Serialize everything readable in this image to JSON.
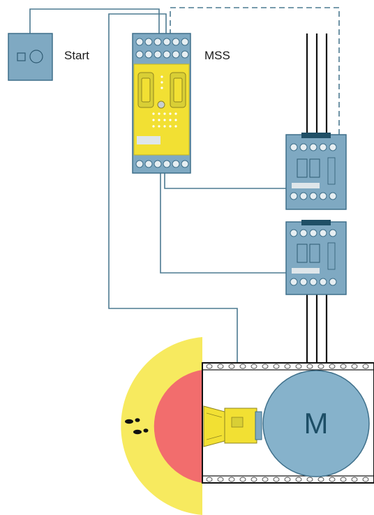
{
  "labels": {
    "start": "Start",
    "mss": "MSS",
    "motor": "M"
  },
  "colors": {
    "device_blue": "#7fa9c2",
    "device_border": "#3e6f8a",
    "wire": "#4c7a91",
    "safety_yellow": "#f2e033",
    "hazard_red": "#f26d6d",
    "warning_yellow": "#f7ea5f",
    "motor_blue": "#86b2cb",
    "black": "#111111"
  },
  "components": {
    "start_button": {
      "icons": [
        "square-icon",
        "circle-icon"
      ]
    },
    "safety_relay": {
      "name": "MSS"
    },
    "contactors": [
      "contactor-1",
      "contactor-2"
    ],
    "sensor": "safety-light-sensor",
    "motor": "M"
  }
}
